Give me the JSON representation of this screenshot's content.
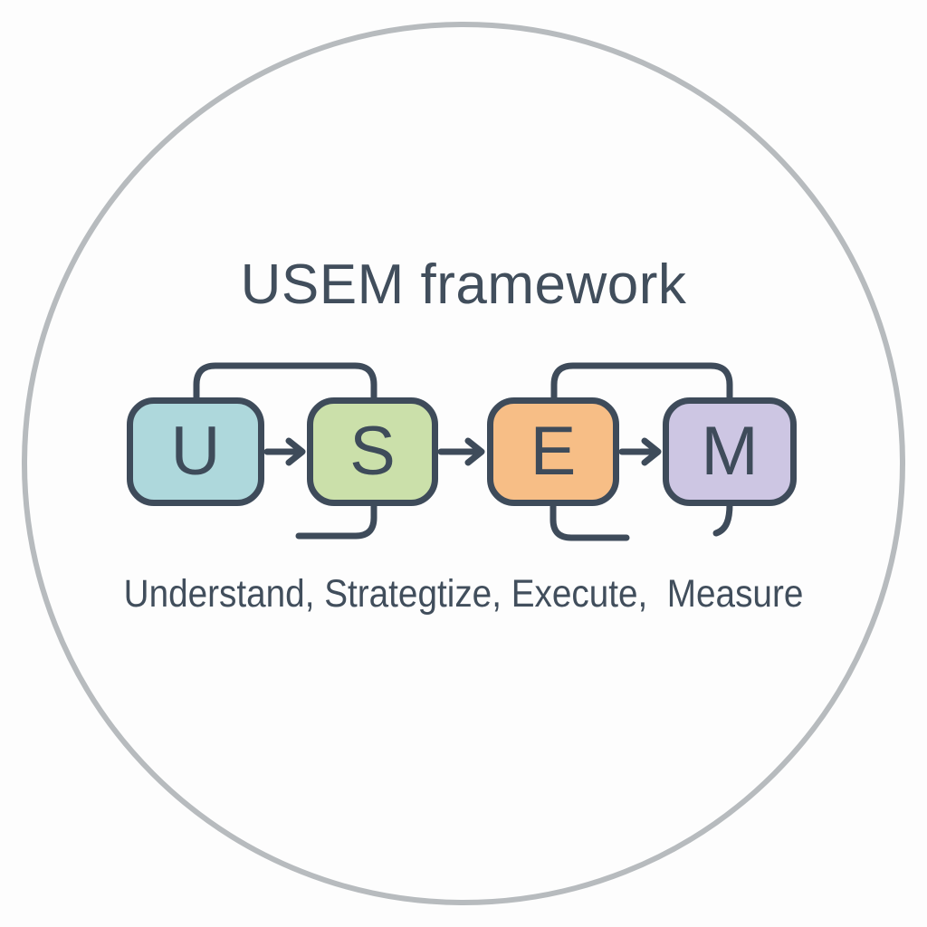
{
  "title": "USEM framework",
  "caption": "Understand, Strategtize, Execute,  Measure",
  "steps": [
    {
      "letter": "U",
      "fill": "#aed8dc"
    },
    {
      "letter": "S",
      "fill": "#cbe0aa"
    },
    {
      "letter": "E",
      "fill": "#f7be86"
    },
    {
      "letter": "M",
      "fill": "#cdc6e3"
    }
  ],
  "colors": {
    "stroke": "#3e4b5a",
    "text": "#414e5c",
    "circle_border": "#b7bbbe",
    "background": "#fdfdfd"
  }
}
